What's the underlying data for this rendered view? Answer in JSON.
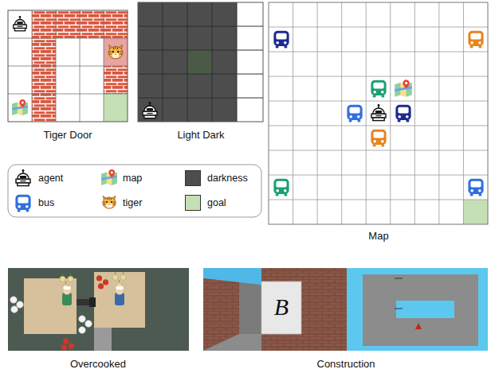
{
  "diagram": {
    "labels": [
      "Tiger Door",
      "Light Dark",
      "Map",
      "Overcooked",
      "Construction",
      "B"
    ],
    "legend": [
      {
        "text": "agent"
      },
      {
        "text": "map"
      },
      {
        "text": "darkness",
        "color": "#4d4d4d"
      },
      {
        "text": "bus"
      },
      {
        "text": "tiger"
      },
      {
        "text": "goal",
        "color": "#c5e0b4"
      }
    ]
  }
}
